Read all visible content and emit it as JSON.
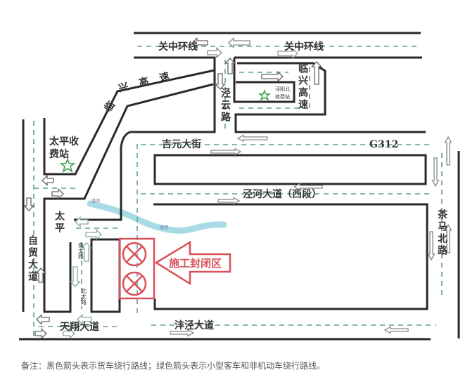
{
  "map": {
    "roads": {
      "guanzhong_ring": "关中环线",
      "linxing_expressway": "临兴高速",
      "jingyun_road": "泾云路",
      "jiyuan_street": "吉元大街",
      "g312": "G312",
      "jinghe_avenue": "泾河大道（西段）",
      "taiping": "太平",
      "zimao_avenue": "自贸大道",
      "nantai_road": "南太路",
      "beitai_road": "北太路",
      "tianxiang_avenue": "天翔大道",
      "fengjing_avenue": "沣泾大道",
      "chama_north_road": "茶马北路"
    },
    "river": "泾河",
    "toll_stations": {
      "taiping": [
        "太平收",
        "费站"
      ],
      "jingyang_north": [
        "泾阳北",
        "收费站"
      ]
    },
    "closure_zone": "施工封闭区",
    "colors": {
      "road": "#2a2a2a",
      "green_route": "#5f9e92",
      "closure": "#d9505a",
      "river": "#a9dbe6",
      "star": "#3aa04a"
    }
  },
  "note": "备注：黑色箭头表示货车绕行路线；绿色箭头表示小型客车和非机动车绕行路线。"
}
